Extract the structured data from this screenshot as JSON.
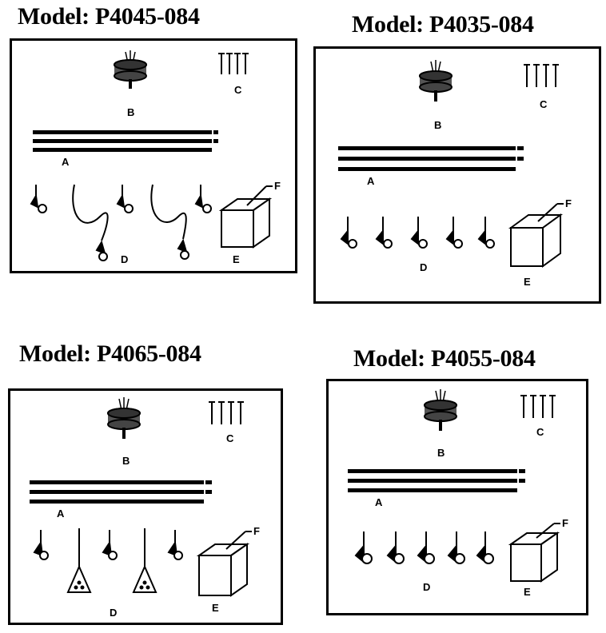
{
  "panels": [
    {
      "id": "p1",
      "title": "Model: P4045-084"
    },
    {
      "id": "p2",
      "title": "Model: P4035-084"
    },
    {
      "id": "p3",
      "title": "Model: P4065-084"
    },
    {
      "id": "p4",
      "title": "Model: P4055-084"
    }
  ],
  "part_labels": {
    "a": "A",
    "b": "B",
    "c": "C",
    "d": "D",
    "e": "E",
    "f": "F"
  }
}
